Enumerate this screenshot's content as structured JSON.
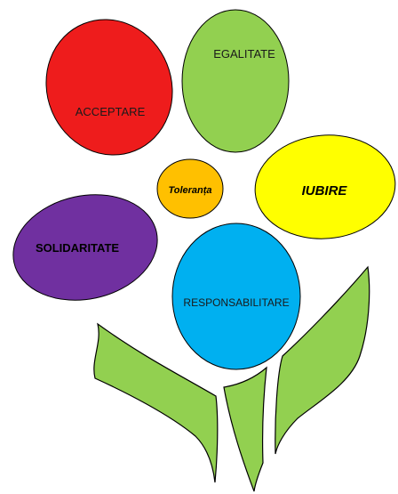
{
  "petals": {
    "acceptare": {
      "label": "ACCEPTARE",
      "color": "#ee1c1c"
    },
    "egalitate": {
      "label": "EGALITATE",
      "color": "#92d050"
    },
    "iubire": {
      "label": "IUBIRE",
      "color": "#ffff00"
    },
    "solidaritate": {
      "label": "SOLIDARITATE",
      "color": "#7030a0"
    },
    "responsabilitare": {
      "label": "RESPONSABILITARE",
      "color": "#00b0f0"
    }
  },
  "center": {
    "label": "Toleranța",
    "color": "#ffc000"
  },
  "leaf_color": "#92d050"
}
